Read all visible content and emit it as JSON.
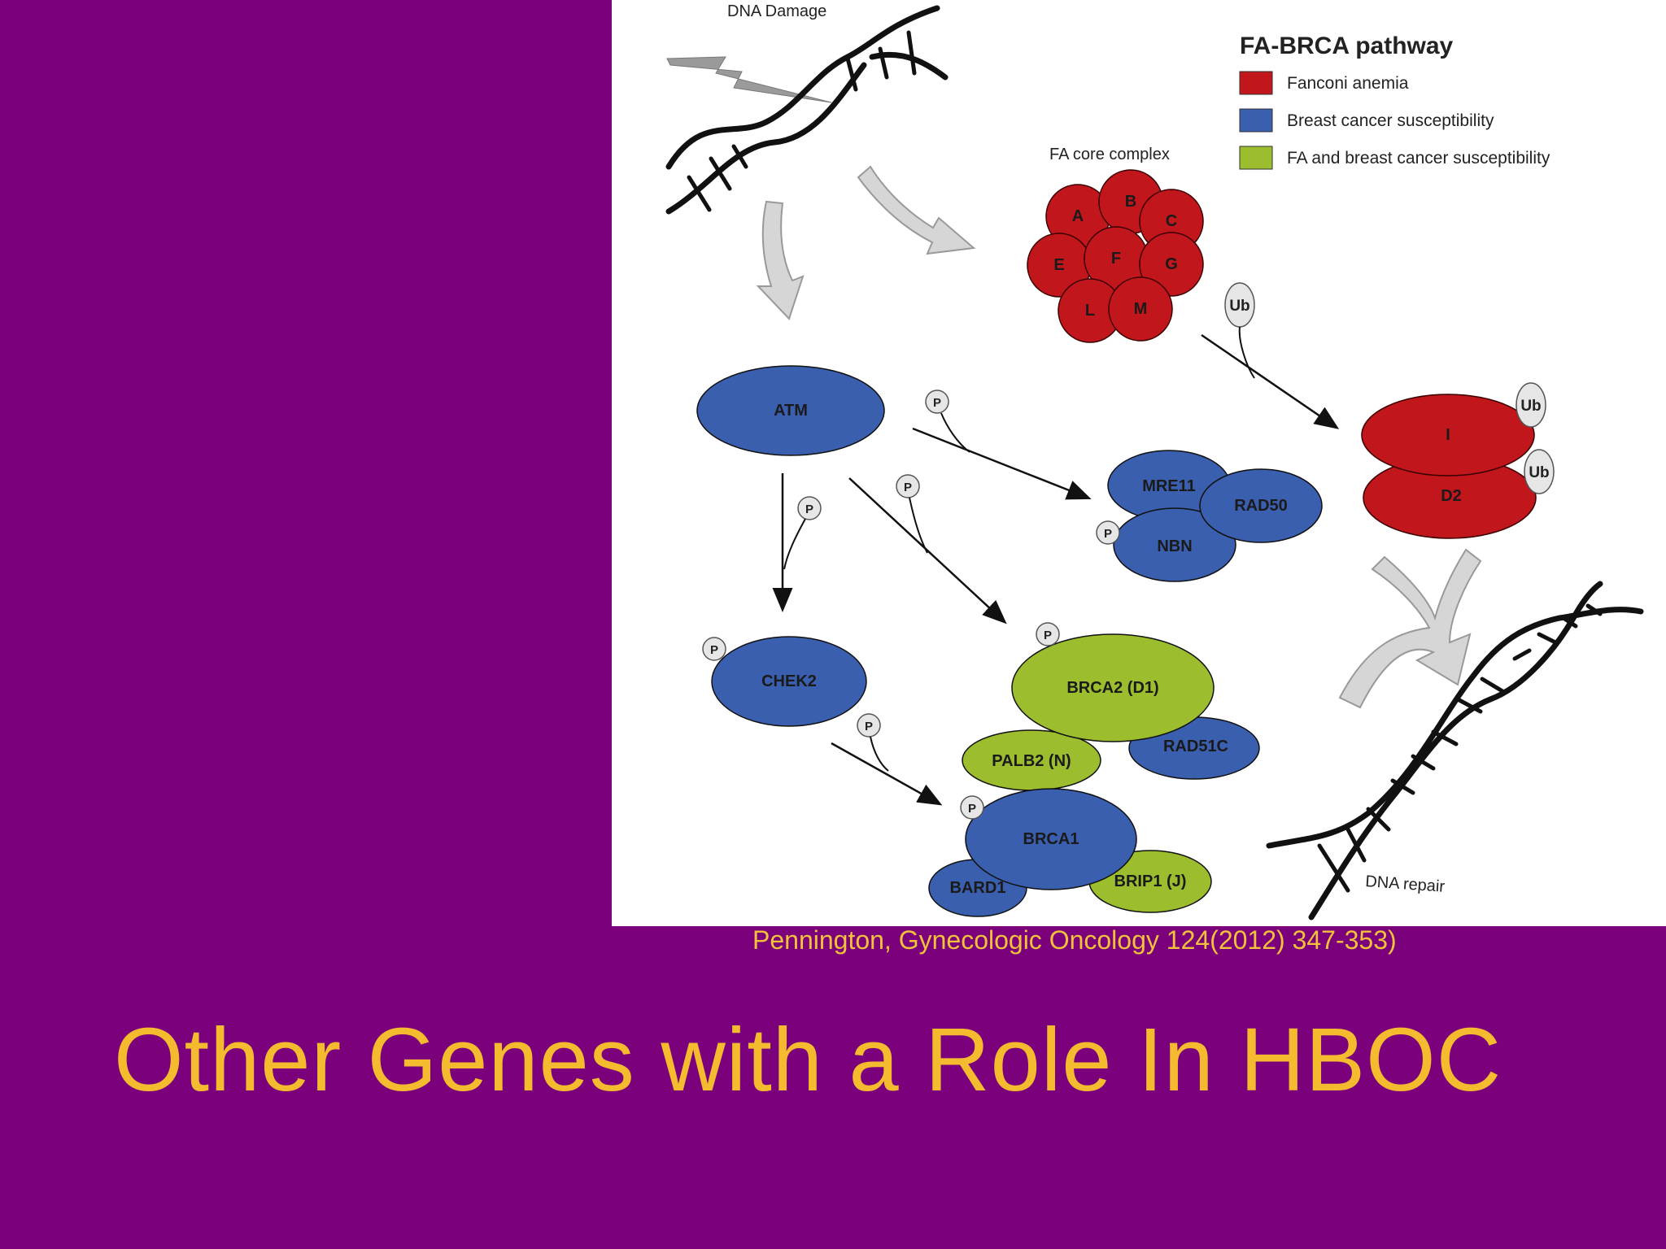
{
  "slide": {
    "title": "Other Genes with a Role In HBOC",
    "citation": "Pennington, Gynecologic Oncology 124(2012) 347-353)"
  },
  "colors": {
    "background": "#7b007b",
    "title": "#f4bb2f",
    "fanconi_red": "#c0161c",
    "breast_blue": "#3a5fae",
    "fa_breast_green": "#9bbd2e"
  },
  "diagram": {
    "dna_damage_label": "DNA Damage",
    "dna_repair_label": "DNA repair",
    "fa_core_label": "FA core complex",
    "legend": {
      "title": "FA-BRCA pathway",
      "items": [
        {
          "label": "Fanconi anemia",
          "color": "#c0161c"
        },
        {
          "label": "Breast cancer susceptibility",
          "color": "#3a5fae"
        },
        {
          "label": "FA and breast cancer susceptibility",
          "color": "#9bbd2e"
        }
      ]
    },
    "fa_core": [
      "A",
      "B",
      "C",
      "E",
      "F",
      "G",
      "L",
      "M"
    ],
    "nodes": {
      "atm": "ATM",
      "chek2": "CHEK2",
      "mre11": "MRE11",
      "rad50": "RAD50",
      "nbn": "NBN",
      "brca2": "BRCA2 (D1)",
      "rad51c": "RAD51C",
      "palb2": "PALB2 (N)",
      "brca1": "BRCA1",
      "bard1": "BARD1",
      "brip1": "BRIP1 (J)",
      "fanci": "I",
      "fancd2": "D2"
    },
    "phospho": "P",
    "ubiquitin": "Ub"
  }
}
